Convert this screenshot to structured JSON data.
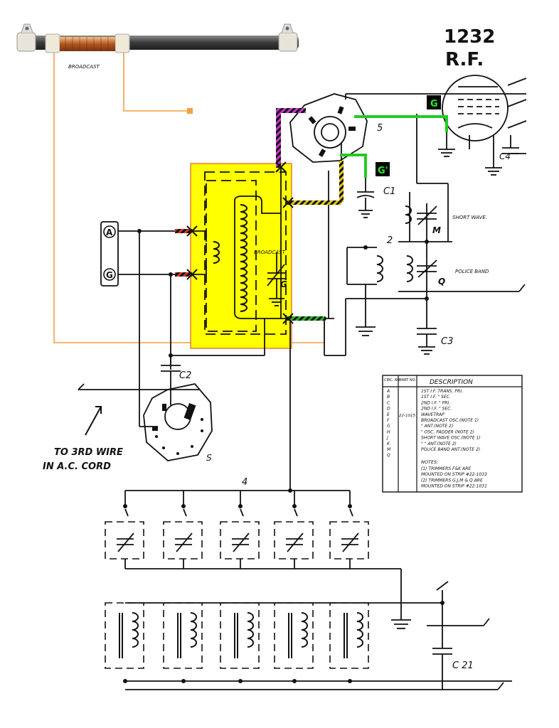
{
  "tube": {
    "number": "1232",
    "function": "R.F."
  },
  "labels": {
    "rod_antenna": "BROADCAST",
    "coil_broadcast": "BROADCAST",
    "short_wave": "SHORT WAVE.",
    "police_band": "POLICE BAND",
    "terminal_a": "A",
    "terminal_g": "G",
    "socket_5": "5",
    "socket_s": "S",
    "coil_2": "2",
    "gang_4": "4",
    "c1": "C1",
    "c2": "C2",
    "c3": "C3",
    "c4": "C4",
    "c21": "C 21",
    "trim_g": "G",
    "trim_m": "M",
    "trim_q": "Q",
    "badge_g": "G",
    "badge_g2": "G'",
    "note_line1": "TO 3RD WIRE",
    "note_line2": "IN A.C. CORD"
  },
  "colors": {
    "highlight_fill": "#ffff00",
    "highlight_stroke": "#e05a30",
    "orange_wire": "#f0a040",
    "green_wire": "#22cc22",
    "magenta_wire": "#cc33cc",
    "badge_bg": "#000000",
    "badge_text": "#22ee22"
  },
  "table": {
    "headers": [
      "CIRC. NO.",
      "PART NO.",
      "DESCRIPTION"
    ],
    "part_no": "22-1015",
    "rows": [
      {
        "circ": "A",
        "desc": "1ST I.F. TRANS. PRI."
      },
      {
        "circ": "B",
        "desc": "1ST I.F.    \"    SEC."
      },
      {
        "circ": "C",
        "desc": "2ND I.F.    \"    PRI."
      },
      {
        "circ": "D",
        "desc": "2ND I.F.    \"    SEC."
      },
      {
        "circ": "E",
        "desc": "WAVETRAP"
      },
      {
        "circ": "F",
        "desc": "BROADCAST OSC.(NOTE 1)"
      },
      {
        "circ": "G",
        "desc": "\"    ANT.(NOTE 2)"
      },
      {
        "circ": "H",
        "desc": "\" OSC. PADDER (NOTE 2)"
      },
      {
        "circ": "J",
        "desc": "SHORT WAVE OSC.(NOTE 1)"
      },
      {
        "circ": "K",
        "desc": "\"    \"    ANT.(NOTE 2)"
      },
      {
        "circ": "M",
        "desc": "POLICE BAND ANT.(NOTE 2)"
      },
      {
        "circ": "Q",
        "desc": ""
      }
    ],
    "notes_title": "NOTES:",
    "notes": [
      "(1) TRIMMERS F&K ARE",
      "MOUNTED ON STRIP #22-1033",
      "(2) TRIMMERS G,J,M & Q ARE",
      "MOUNTED ON STRIP #22-1031"
    ]
  }
}
